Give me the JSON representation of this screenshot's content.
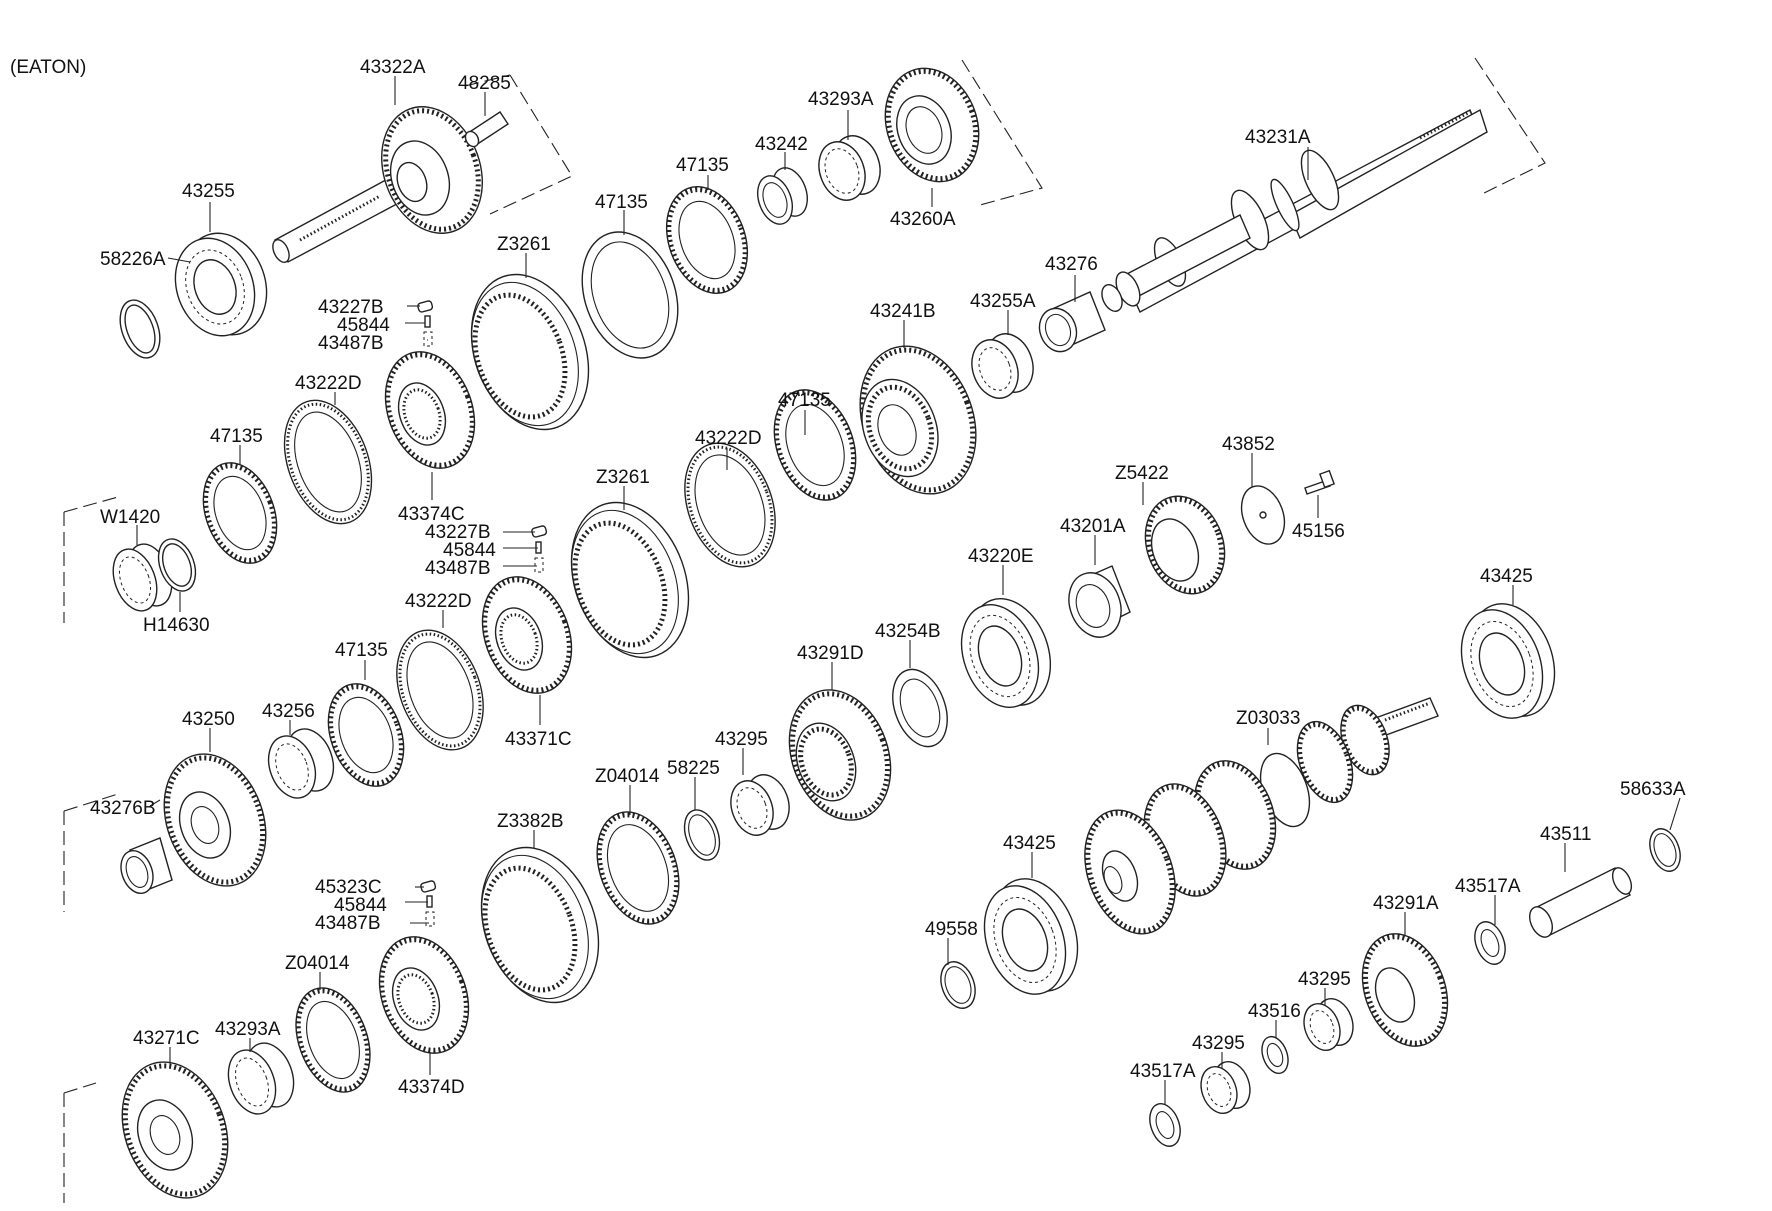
{
  "header": {
    "variant": "(EATON)"
  },
  "labels": {
    "p43322A": "43322A",
    "p48285": "48285",
    "p43255": "43255",
    "p58226A": "58226A",
    "p43293A_top": "43293A",
    "p43260A": "43260A",
    "p43231A": "43231A",
    "p47135_a": "47135",
    "p43242": "43242",
    "p47135_b": "47135",
    "pZ3261_a": "Z3261",
    "p43227B_a": "43227B",
    "p45844_a": "45844",
    "p43487B_a": "43487B",
    "p43276": "43276",
    "p43255A": "43255A",
    "p43241B": "43241B",
    "p43222D_a": "43222D",
    "p47135_c": "47135",
    "p43374C": "43374C",
    "p47135_d": "47135",
    "p43222D_b": "43222D",
    "pZ3261_b": "Z3261",
    "p43852": "43852",
    "pZ5422": "Z5422",
    "p45156": "45156",
    "pW1420": "W1420",
    "pH14630": "H14630",
    "p43227B_b": "43227B",
    "p45844_b": "45844",
    "p43487B_b": "43487B",
    "p43201A": "43201A",
    "p43220E": "43220E",
    "p43222D_c": "43222D",
    "p47135_e": "47135",
    "p43371C": "43371C",
    "p43254B": "43254B",
    "p43291D": "43291D",
    "p43425_top": "43425",
    "p43250": "43250",
    "p43256": "43256",
    "pZ03033": "Z03033",
    "p43276B": "43276B",
    "pZ04014_a": "Z04014",
    "p58225": "58225",
    "p43295_a": "43295",
    "p58633A": "58633A",
    "pZ3382B": "Z3382B",
    "p43425_bot": "43425",
    "p43511": "43511",
    "p45323C": "45323C",
    "p45844_c": "45844",
    "p43487B_c": "43487B",
    "p49558": "49558",
    "p43517A_a": "43517A",
    "p43291A": "43291A",
    "pZ04014_b": "Z04014",
    "p43295_b": "43295",
    "p43516": "43516",
    "p43271C": "43271C",
    "p43293A_bot": "43293A",
    "p43374D": "43374D",
    "p43295_c": "43295",
    "p43517A_b": "43517A"
  }
}
